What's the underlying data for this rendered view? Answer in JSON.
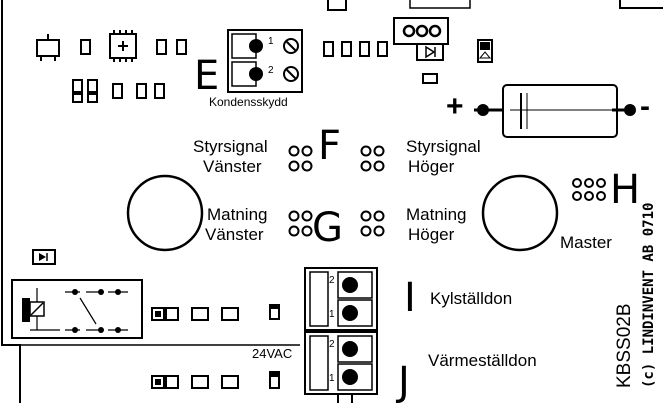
{
  "labels": {
    "E": "E",
    "F": "F",
    "G": "G",
    "H": "H",
    "I": "I",
    "J": "J"
  },
  "texts": {
    "kondensskydd": "Kondensskydd",
    "styrsignal_left": "Styrsignal",
    "vanster_1": "Vänster",
    "styrsignal_right": "Styrsignal",
    "hoger_1": "Höger",
    "matning_left": "Matning",
    "vanster_2": "Vänster",
    "matning_right": "Matning",
    "hoger_2": "Höger",
    "master": "Master",
    "kylstalldon": "Kylställdon",
    "varmestalldon": "Värmeställdon",
    "vac": "24VAC",
    "plus": "+",
    "minus": "-",
    "board_id": "KBSS02B",
    "copyright": "(c) LINDINVENT AB 0710",
    "pin_1": "1",
    "pin_2": "2"
  }
}
